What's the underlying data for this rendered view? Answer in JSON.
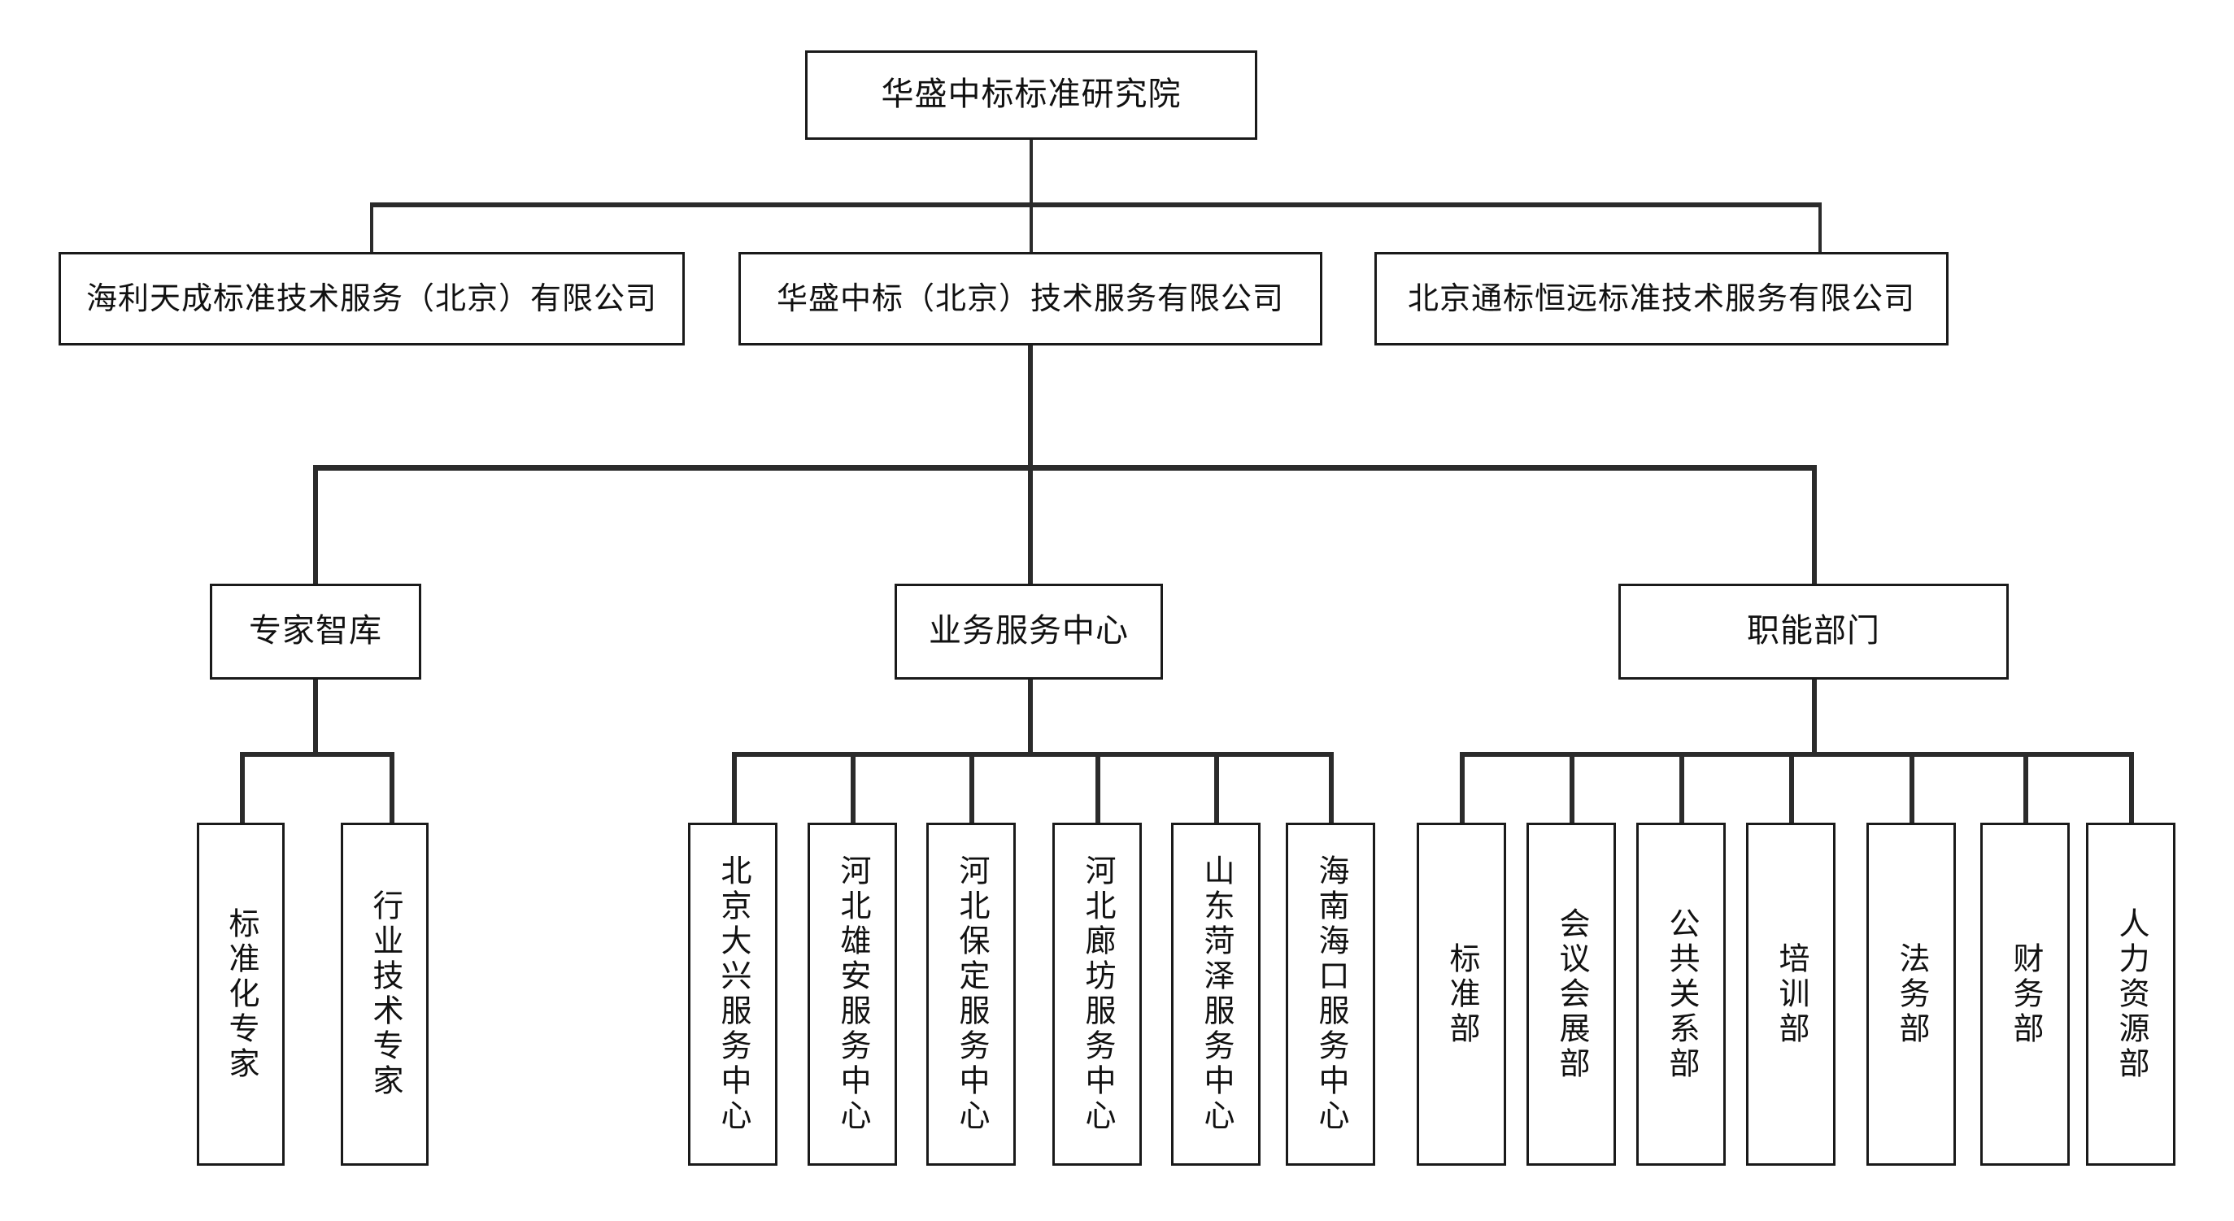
{
  "chart_data": {
    "type": "diagram",
    "diagram_kind": "organization-chart",
    "orientation": "top-down",
    "levels": 4,
    "node_count": 22,
    "colors": {
      "background": "#ffffff",
      "box_border": "#1a1a1a",
      "connector": "#2b2b2b",
      "text": "#111111"
    }
  },
  "org": {
    "root": {
      "label": "华盛中标标准研究院",
      "level": 1
    },
    "subsidiaries": [
      {
        "label": "海利天成标准技术服务（北京）有限公司",
        "level": 2
      },
      {
        "label": "华盛中标（北京）技术服务有限公司",
        "level": 2
      },
      {
        "label": "北京通标恒远标准技术服务有限公司",
        "level": 2
      }
    ],
    "divisions": [
      {
        "label": "专家智库",
        "level": 3
      },
      {
        "label": "业务服务中心",
        "level": 3
      },
      {
        "label": "职能部门",
        "level": 3
      }
    ],
    "experts": [
      {
        "label": "标准化专家",
        "level": 4
      },
      {
        "label": "行业技术专家",
        "level": 4
      }
    ],
    "service_centers": [
      {
        "label": "北京大兴服务中心",
        "level": 4
      },
      {
        "label": "河北雄安服务中心",
        "level": 4
      },
      {
        "label": "河北保定服务中心",
        "level": 4
      },
      {
        "label": "河北廊坊服务中心",
        "level": 4
      },
      {
        "label": "山东菏泽服务中心",
        "level": 4
      },
      {
        "label": "海南海口服务中心",
        "level": 4
      }
    ],
    "departments": [
      {
        "label": "标准部",
        "level": 4
      },
      {
        "label": "会议会展部",
        "level": 4
      },
      {
        "label": "公共关系部",
        "level": 4
      },
      {
        "label": "培训部",
        "level": 4
      },
      {
        "label": "法务部",
        "level": 4
      },
      {
        "label": "财务部",
        "level": 4
      },
      {
        "label": "人力资源部",
        "level": 4
      }
    ]
  }
}
